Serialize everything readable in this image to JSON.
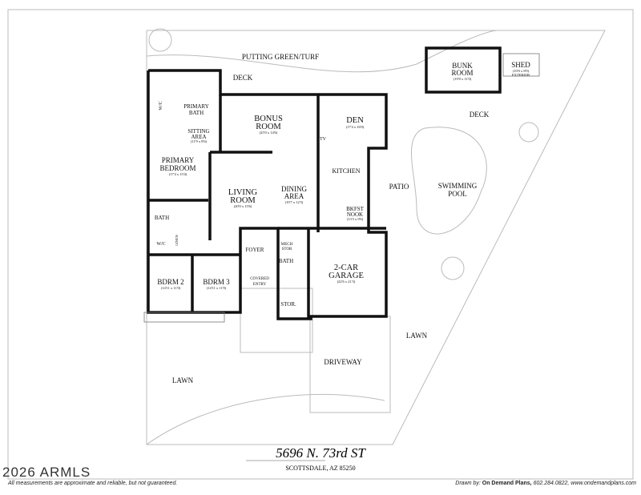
{
  "address": "5696 N. 73rd ST",
  "city": "SCOTTSDALE, AZ 85250",
  "watermark": "2026 ARMLS",
  "disclaimer": "All measurements are approximate and reliable, but not guaranteed.",
  "credit": {
    "prefix": "Drawn by:",
    "company": "On Demand Plans,",
    "contact": "602.284.0822, www.ondemandplans.com"
  },
  "rooms": {
    "putting_green": "PUTTING GREEN/TURF",
    "deck_top": "DECK",
    "deck_right": "DECK",
    "bunk_room": {
      "name1": "BUNK",
      "name2": "ROOM",
      "dim": "(19'0 x 11'0)"
    },
    "shed": {
      "name": "SHED",
      "dim": "(10'0 x 8'0)",
      "note": "EXTERIOR"
    },
    "wic1": "W/C",
    "primary_bath": {
      "name1": "PRIMARY",
      "name2": "BATH"
    },
    "bonus_room": {
      "name1": "BONUS",
      "name2": "ROOM",
      "dim": "(25'0 x 14'6)"
    },
    "den": {
      "name": "DEN",
      "dim": "(17'4 x 16'0)"
    },
    "sitting_area": {
      "name1": "SITTING",
      "name2": "AREA",
      "dim": "(11'9 x 8'6)"
    },
    "primary_bedroom": {
      "name1": "PRIMARY",
      "name2": "BEDROOM",
      "dim": "(17'4 x 15'4)"
    },
    "tv": "TV",
    "kitchen": "KITCHEN",
    "living_room": {
      "name1": "LIVING",
      "name2": "ROOM",
      "dim": "(20'0 x 15'6)"
    },
    "dining_area": {
      "name1": "DINING",
      "name2": "AREA",
      "dim": "(19'7 x 12'3)"
    },
    "patio": "PATIO",
    "pool": {
      "name1": "SWIMMING",
      "name2": "POOL"
    },
    "bath1": "BATH",
    "bkfst_nook": {
      "name1": "BKFST",
      "name2": "NOOK",
      "dim": "(13'3 x 9'6)"
    },
    "wic2": "W/C",
    "linen": "LINEN",
    "mech_stor": {
      "name1": "MECH",
      "name2": "STOR"
    },
    "foyer": "FOYER",
    "bath2": "BATH",
    "garage": {
      "name1": "2-CAR",
      "name2": "GARAGE",
      "dim": "(22'6 x 21'3)"
    },
    "bdrm2": {
      "name": "BDRM 2",
      "dim": "(14'11 x 11'0)"
    },
    "bdrm3": {
      "name": "BDRM 3",
      "dim": "(14'11 x 11'0)"
    },
    "covered_entry": {
      "name1": "COVERED",
      "name2": "ENTRY"
    },
    "stor": "STOR.",
    "lawn_right": "LAWN",
    "driveway": "DRIVEWAY",
    "lawn_left": "LAWN"
  }
}
